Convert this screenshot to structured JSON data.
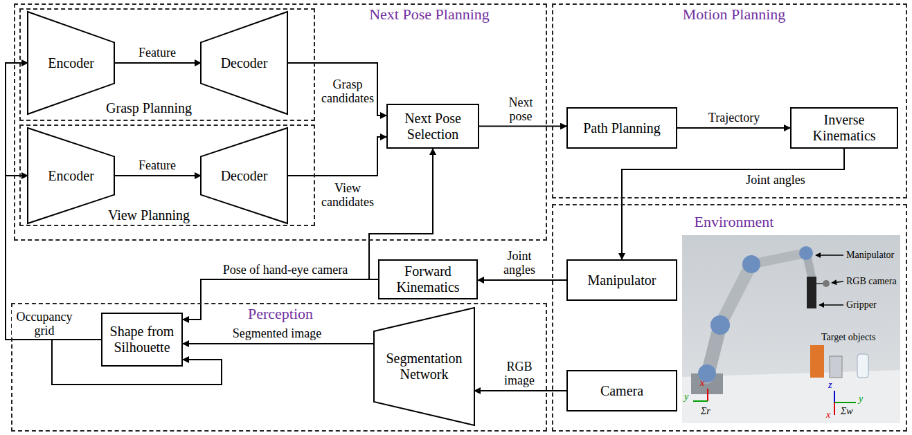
{
  "diagram": {
    "nodes": [
      {
        "text": [
          "Next Pose Planning"
        ]
      },
      {
        "text": [
          "Grasp Planning"
        ],
        "in": 0
      },
      {
        "text": [
          "Encoder"
        ],
        "in": 1
      },
      {
        "text": [
          "Decoder"
        ],
        "in": 1
      },
      {
        "text": [
          "View Planning"
        ],
        "in": 0
      },
      {
        "text": [
          "Encoder"
        ],
        "in": 4
      },
      {
        "text": [
          "Decoder"
        ],
        "in": 4
      },
      {
        "text": [
          "Next Pose Selection"
        ],
        "in": 0
      },
      {
        "text": [
          "Motion Planning"
        ]
      },
      {
        "text": [
          "Path Planning"
        ],
        "in": 8
      },
      {
        "text": [
          "Inverse Kinematics"
        ],
        "in": 8
      },
      {
        "text": [
          "Environment"
        ]
      },
      {
        "text": [
          "Manipulator"
        ],
        "in": 11
      },
      {
        "text": [
          "Camera"
        ],
        "in": 11
      },
      {
        "text": [
          "Forward Kinematics"
        ]
      },
      {
        "text": [
          "Perception"
        ]
      },
      {
        "text": [
          "Shape from Silhouette"
        ],
        "in": 15
      },
      {
        "text": [
          "Segmentation Network"
        ],
        "in": 15
      }
    ],
    "edges": [
      {
        "from": 2,
        "to": 3,
        "label": "Feature",
        "arrow": "to"
      },
      {
        "from": 5,
        "to": 6,
        "label": "Feature",
        "arrow": "to"
      },
      {
        "from": 3,
        "to": 7,
        "label": "Grasp candidates",
        "arrow": "to"
      },
      {
        "from": 6,
        "to": 7,
        "label": "View candidates",
        "arrow": "to"
      },
      {
        "from": 7,
        "to": 9,
        "label": "Next pose",
        "arrow": "to"
      },
      {
        "from": 9,
        "to": 10,
        "label": "Trajectory",
        "arrow": "to"
      },
      {
        "from": 10,
        "to": 12,
        "label": "Joint angles",
        "arrow": "to"
      },
      {
        "from": 12,
        "to": 14,
        "label": "Joint angles",
        "arrow": "to"
      },
      {
        "from": 14,
        "to": 7,
        "arrow": "to"
      },
      {
        "from": 14,
        "to": 16,
        "label": "Pose of hand-eye camera",
        "arrow": "to"
      },
      {
        "from": 13,
        "to": 17,
        "label": "RGB image",
        "arrow": "to"
      },
      {
        "from": 17,
        "to": 16,
        "label": "Segmented image",
        "arrow": "to"
      },
      {
        "from": 16,
        "to": 2,
        "label": "Occupancy grid",
        "arrow": "to"
      },
      {
        "from": 16,
        "to": 5,
        "arrow": "to"
      },
      {
        "from": 16,
        "to": 16,
        "arrow": "to"
      }
    ],
    "labels": [
      "Manipulator",
      "RGB camera",
      "Gripper",
      "Target objects",
      "x",
      "y",
      "Σr",
      "z",
      "y",
      "x",
      "Σw"
    ]
  }
}
